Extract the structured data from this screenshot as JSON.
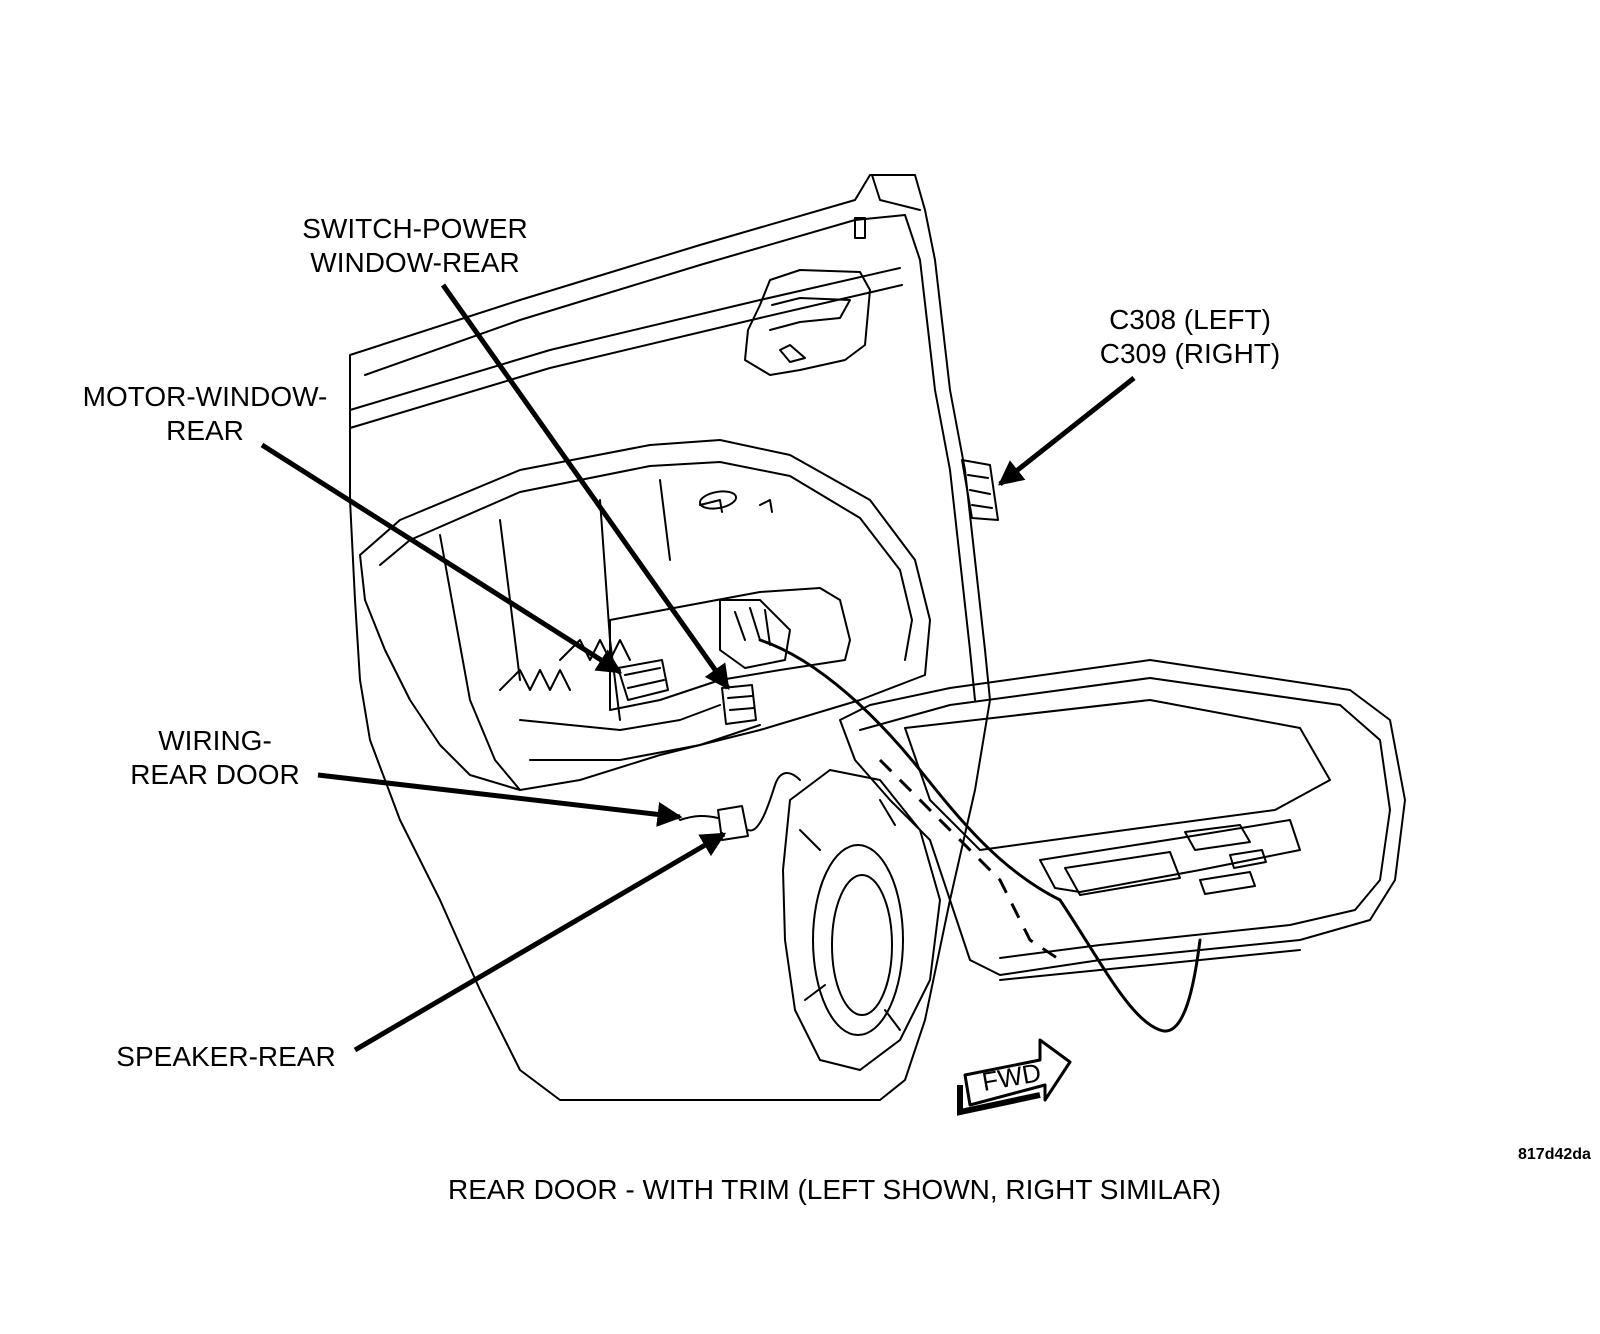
{
  "callouts": {
    "switch_power_window": {
      "line1": "SWITCH-POWER",
      "line2": "WINDOW-REAR"
    },
    "motor_window": {
      "line1": "MOTOR-WINDOW-",
      "line2": "REAR"
    },
    "connector": {
      "line1": "C308 (LEFT)",
      "line2": "C309 (RIGHT)"
    },
    "wiring": {
      "line1": "WIRING-",
      "line2": "REAR DOOR"
    },
    "speaker": {
      "line1": "SPEAKER-REAR"
    }
  },
  "fwd_arrow": {
    "text": "FWD"
  },
  "figure_code": "817d42da",
  "caption": "REAR DOOR - WITH TRIM  (LEFT SHOWN, RIGHT SIMILAR)"
}
